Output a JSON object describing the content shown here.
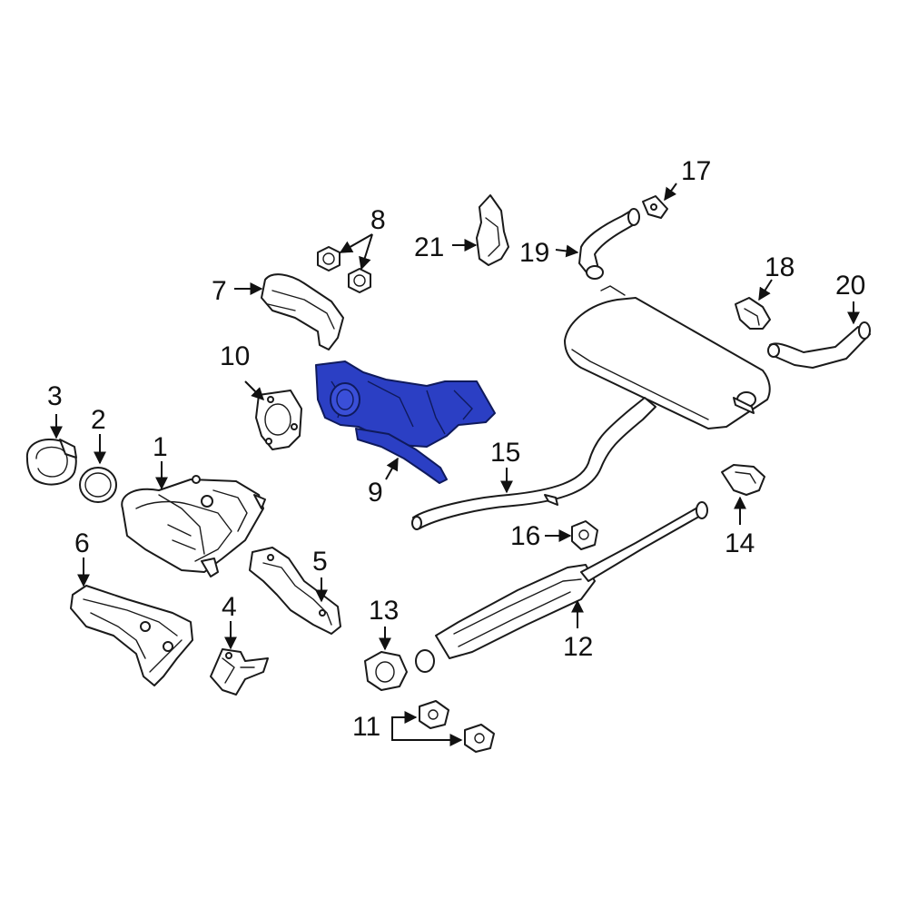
{
  "colors": {
    "highlight": "#2b3fc4",
    "highlight_outline": "#0f1a5c",
    "line": "#1a1a1a",
    "background": "#ffffff"
  },
  "callouts": {
    "c1": "1",
    "c2": "2",
    "c3": "3",
    "c4": "4",
    "c5": "5",
    "c6": "6",
    "c7": "7",
    "c8": "8",
    "c9": "9",
    "c10": "10",
    "c11": "11",
    "c12": "12",
    "c13": "13",
    "c14": "14",
    "c15": "15",
    "c16": "16",
    "c17": "17",
    "c18": "18",
    "c19": "19",
    "c20": "20",
    "c21": "21"
  },
  "highlighted_part": "9"
}
